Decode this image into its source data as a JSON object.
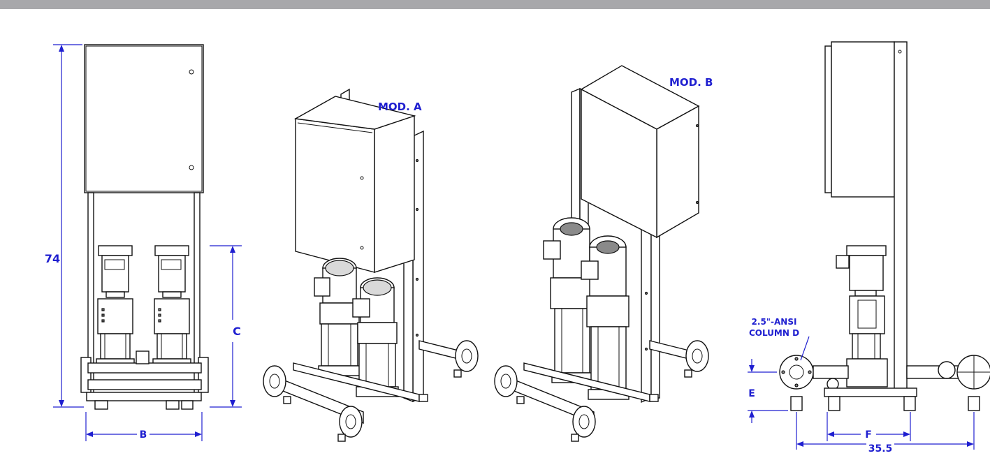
{
  "header": {
    "bar_color": "#a8a8ab"
  },
  "labels": {
    "mod_a": "MOD. A",
    "mod_b": "MOD. B",
    "height_74": "74",
    "dim_b": "B",
    "dim_c": "C",
    "dim_e": "E",
    "dim_f": "F",
    "width_35_5": "35.5",
    "ansi_line1": "2.5\"-ANSI",
    "ansi_line2": "COLUMN D"
  },
  "colors": {
    "dimension": "#1f1fd0",
    "outline": "#111111"
  }
}
